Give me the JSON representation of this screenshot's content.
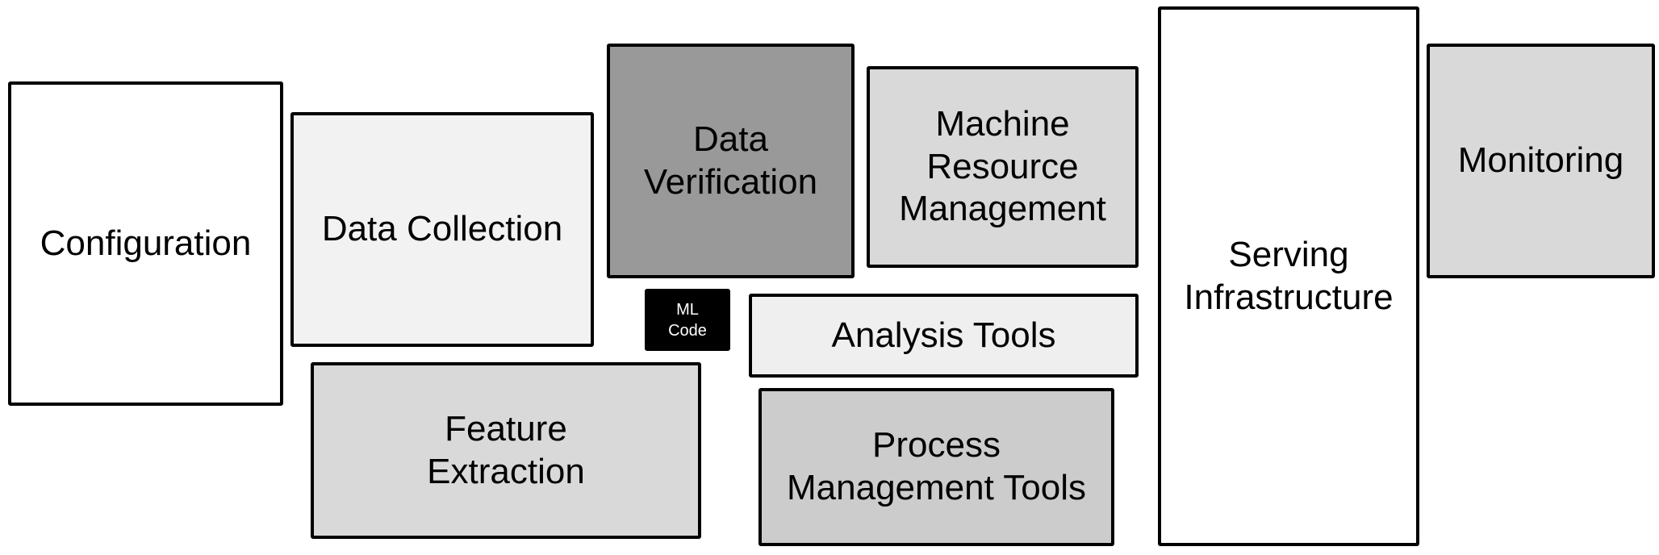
{
  "boxes": {
    "configuration": {
      "label": "Configuration",
      "fill": "#ffffff"
    },
    "data_collection": {
      "label": "Data Collection",
      "fill": "#f2f2f2"
    },
    "data_verification": {
      "label": "Data\nVerification",
      "fill": "#999999"
    },
    "machine_resource_management": {
      "label": "Machine\nResource\nManagement",
      "fill": "#d9d9d9"
    },
    "serving_infrastructure": {
      "label": "Serving\nInfrastructure",
      "fill": "#ffffff"
    },
    "monitoring": {
      "label": "Monitoring",
      "fill": "#d9d9d9"
    },
    "feature_extraction": {
      "label": "Feature\nExtraction",
      "fill": "#d9d9d9"
    },
    "ml_code": {
      "label": "ML\nCode",
      "fill": "#000000"
    },
    "analysis_tools": {
      "label": "Analysis Tools",
      "fill": "#efefef"
    },
    "process_management_tools": {
      "label": "Process\nManagement Tools",
      "fill": "#cccccc"
    }
  }
}
